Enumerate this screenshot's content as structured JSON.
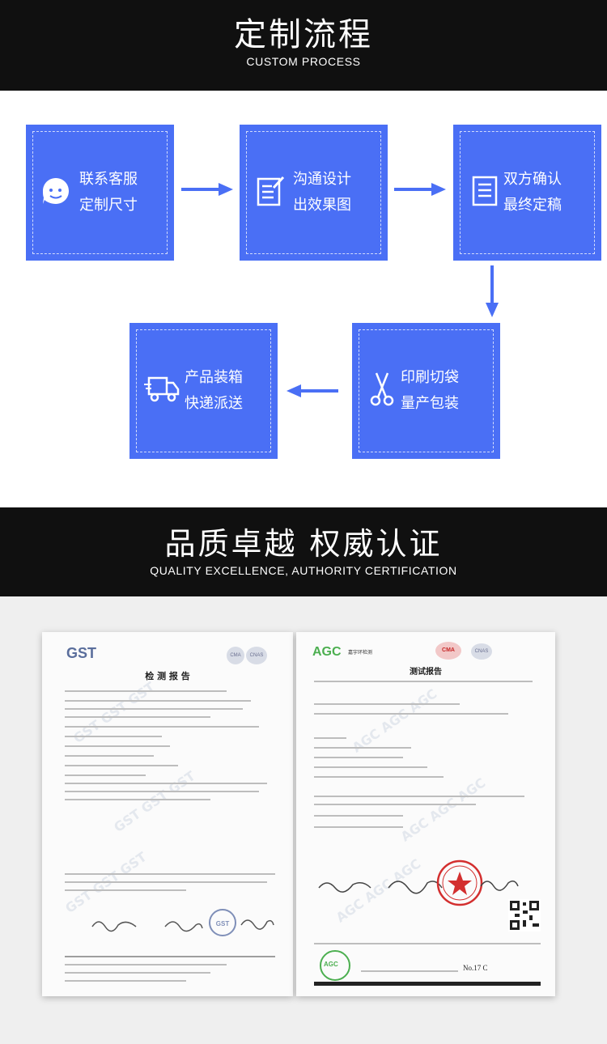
{
  "section1": {
    "title": "定制流程",
    "subtitle": "CUSTOM PROCESS"
  },
  "steps": [
    {
      "line1": "联系客服",
      "line2": "定制尺寸",
      "icon": "chat-bubble-icon"
    },
    {
      "line1": "沟通设计",
      "line2": "出效果图",
      "icon": "design-doc-icon"
    },
    {
      "line1": "双方确认",
      "line2": "最终定稿",
      "icon": "document-icon"
    },
    {
      "line1": "印刷切袋",
      "line2": "量产包装",
      "icon": "scissors-icon"
    },
    {
      "line1": "产品装箱",
      "line2": "快递派送",
      "icon": "delivery-truck-icon"
    }
  ],
  "colors": {
    "step_blue": "#4a6ff5",
    "band_black": "#101010"
  },
  "section2": {
    "title": "品质卓越 权威认证",
    "subtitle": "QUALITY EXCELLENCE, AUTHORITY CERTIFICATION"
  },
  "cert_left": {
    "logo": "GST",
    "title": "检 测 报 告",
    "badge1": "CMA",
    "badge2": "CNAS",
    "seal": "GST"
  },
  "cert_right": {
    "logo": "AGC",
    "org": "嘉宇环检测",
    "title": "测试报告",
    "badge1": "CMA",
    "badge2": "CNAS",
    "no_label": "No.17 C",
    "footer_logo": "AGC"
  }
}
